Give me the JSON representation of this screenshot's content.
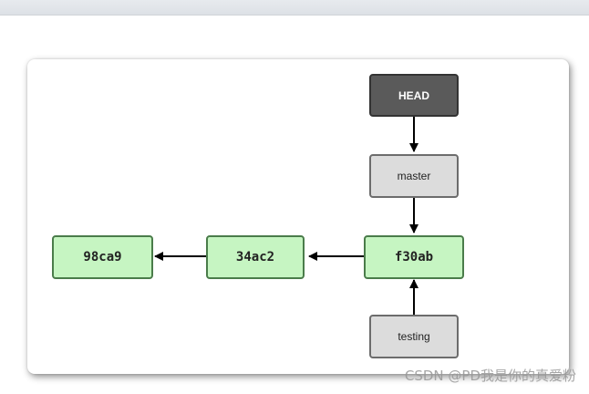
{
  "diagram": {
    "commits": [
      "98ca9",
      "34ac2",
      "f30ab"
    ],
    "branches": {
      "head": "HEAD",
      "master": "master",
      "testing": "testing"
    }
  },
  "watermark": "CSDN @PD我是你的真爱粉"
}
